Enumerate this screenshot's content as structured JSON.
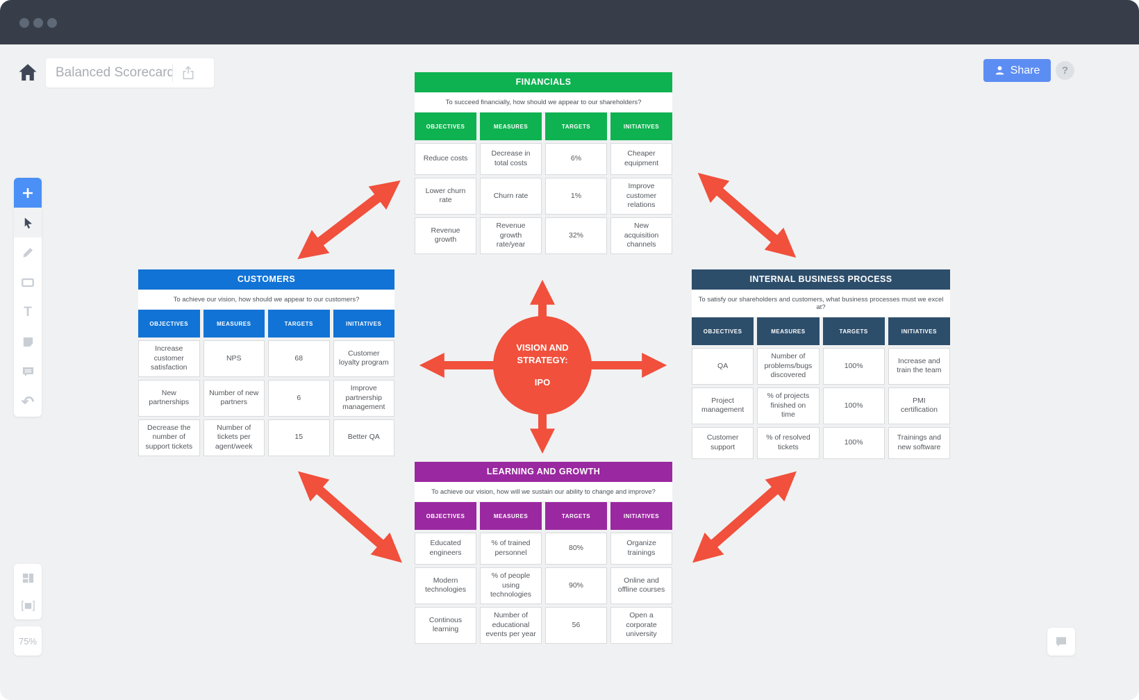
{
  "titlebar": {
    "window_dots": 3
  },
  "header": {
    "doc_title": "Balanced Scorecard",
    "share_button": "Share",
    "help_button": "?"
  },
  "toolbar": {
    "icons": [
      "plus-icon",
      "cursor-icon",
      "pencil-icon",
      "rectangle-icon",
      "text-icon",
      "sticky-note-icon",
      "comment-icon",
      "undo-icon"
    ],
    "text_tool_glyph": "T",
    "undo_glyph": "↶"
  },
  "view_controls": {
    "icons": [
      "layout-grid-icon",
      "fit-screen-icon"
    ],
    "zoom_level": "75%"
  },
  "colors": {
    "financials": "#0fb251",
    "customers": "#1173d5",
    "internal": "#2d4e6b",
    "learning": "#9a28a0",
    "arrows": "#f0503c",
    "share_blue": "#5c8df2"
  },
  "diagram": {
    "center": {
      "line1": "VISION AND",
      "line2": "STRATEGY:",
      "line3": "IPO",
      "color": "#f0503c"
    },
    "tables": {
      "financials": {
        "title": "FINANCIALS",
        "subtitle": "To succeed financially, how should we appear to our shareholders?",
        "color": "#0fb251",
        "headers": [
          "OBJECTIVES",
          "MEASURES",
          "TARGETS",
          "INITIATIVES"
        ],
        "rows": [
          [
            "Reduce costs",
            "Decrease in total costs",
            "6%",
            "Cheaper equipment"
          ],
          [
            "Lower churn rate",
            "Churn rate",
            "1%",
            "Improve customer relations"
          ],
          [
            "Revenue growth",
            "Revenue growth rate/year",
            "32%",
            "New acquisition channels"
          ]
        ]
      },
      "customers": {
        "title": "CUSTOMERS",
        "subtitle": "To achieve our vision, how should we appear to our customers?",
        "color": "#1173d5",
        "headers": [
          "OBJECTIVES",
          "MEASURES",
          "TARGETS",
          "INITIATIVES"
        ],
        "rows": [
          [
            "Increase customer satisfaction",
            "NPS",
            "68",
            "Customer loyalty program"
          ],
          [
            "New partnerships",
            "Number of new partners",
            "6",
            "Improve partnership management"
          ],
          [
            "Decrease the number of support tickets",
            "Number of tickets per agent/week",
            "15",
            "Better QA"
          ]
        ]
      },
      "internal": {
        "title": "INTERNAL BUSINESS PROCESS",
        "subtitle": "To satisfy our shareholders and customers, what business processes must we excel at?",
        "color": "#2d4e6b",
        "headers": [
          "OBJECTIVES",
          "MEASURES",
          "TARGETS",
          "INITIATIVES"
        ],
        "rows": [
          [
            "QA",
            "Number of problems/bugs discovered",
            "100%",
            "Increase and train the team"
          ],
          [
            "Project management",
            "% of projects finished on time",
            "100%",
            "PMI certification"
          ],
          [
            "Customer support",
            "% of resolved tickets",
            "100%",
            "Trainings and new software"
          ]
        ]
      },
      "learning": {
        "title": "LEARNING AND GROWTH",
        "subtitle": "To achieve our vision, how will we sustain our ability to change and improve?",
        "color": "#9a28a0",
        "headers": [
          "OBJECTIVES",
          "MEASURES",
          "TARGETS",
          "INITIATIVES"
        ],
        "rows": [
          [
            "Educated engineers",
            "% of trained personnel",
            "80%",
            "Organize trainings"
          ],
          [
            "Modern technologies",
            "% of people using technologies",
            "90%",
            "Online and offline courses"
          ],
          [
            "Continous learning",
            "Number of educational events per year",
            "56",
            "Open a corporate university"
          ]
        ]
      }
    }
  }
}
